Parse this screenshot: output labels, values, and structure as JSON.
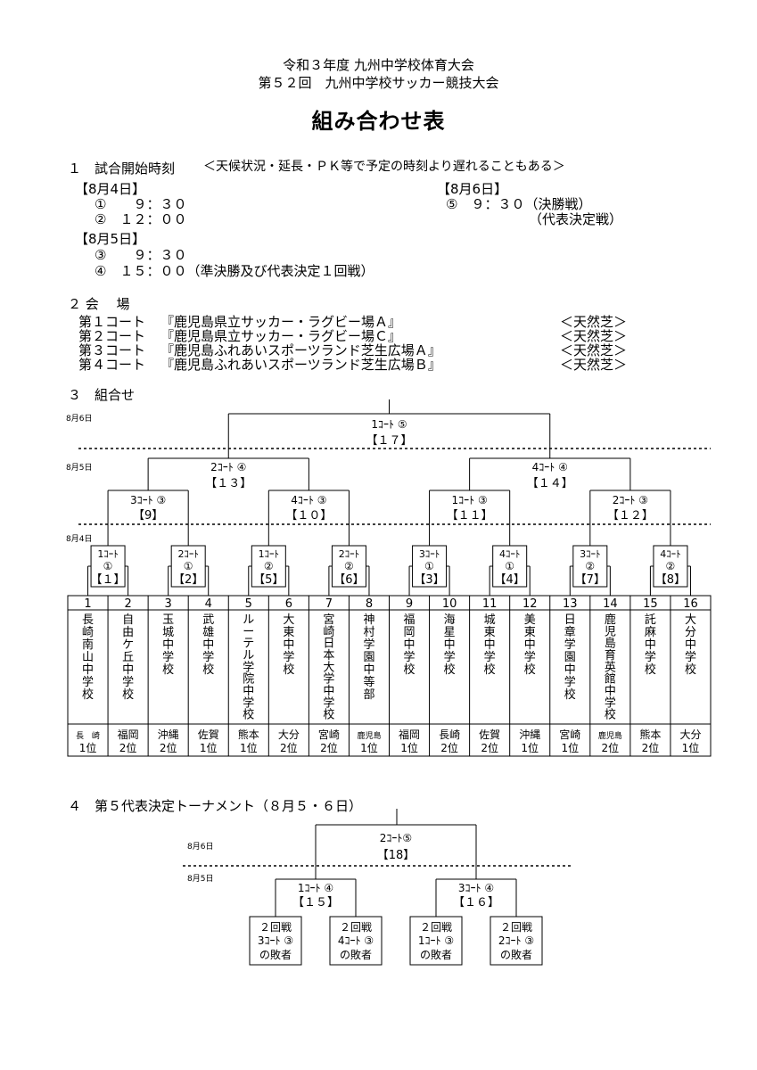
{
  "header": {
    "line1": "令和３年度 九州中学校体育大会",
    "line2": "第５２回　九州中学校サッカー競技大会",
    "title": "組み合わせ表"
  },
  "section1": {
    "heading": "１　試合開始時刻",
    "note": "＜天候状況・延長・ＰＫ等で予定の時刻より遅れることもある＞",
    "day1": "【8月4日】",
    "s1": "①　　９：３０",
    "s2": "②　１２：００",
    "day2": "【8月5日】",
    "s3": "③　　９：３０",
    "s4": "④　１５：００（準決勝及び代表決定１回戦）",
    "day3": "【8月6日】",
    "s5": "⑤　９：３０（決勝戦）",
    "s5b": "（代表決定戦）"
  },
  "section2": {
    "heading": "２ 会　 場",
    "courts": [
      {
        "court": "第１コート",
        "venue": "『鹿児島県立サッカー・ラグビー場Ａ』",
        "surface": "＜天然芝＞"
      },
      {
        "court": "第２コート",
        "venue": "『鹿児島県立サッカー・ラグビー場Ｃ』",
        "surface": "＜天然芝＞"
      },
      {
        "court": "第３コート",
        "venue": "『鹿児島ふれあいスポーツランド芝生広場Ａ』",
        "surface": "＜天然芝＞"
      },
      {
        "court": "第４コート",
        "venue": "『鹿児島ふれあいスポーツランド芝生広場Ｂ』",
        "surface": "＜天然芝＞"
      }
    ]
  },
  "section3": {
    "heading": "３　組合せ",
    "dates": [
      "8月6日",
      "8月5日",
      "8月4日"
    ],
    "final": {
      "court": "1ｺｰﾄ ⑤",
      "match": "【１７】"
    },
    "semis": [
      {
        "court": "2ｺｰﾄ ④",
        "match": "【１３】"
      },
      {
        "court": "4ｺｰﾄ ④",
        "match": "【１４】"
      }
    ],
    "quarters": [
      {
        "court": "3ｺｰﾄ ③",
        "match": "【9】"
      },
      {
        "court": "4ｺｰﾄ ③",
        "match": "【１０】"
      },
      {
        "court": "1ｺｰﾄ ③",
        "match": "【１１】"
      },
      {
        "court": "2ｺｰﾄ ③",
        "match": "【１２】"
      }
    ],
    "round1": [
      {
        "court": "1ｺｰﾄ",
        "slot": "①",
        "match": "【１】"
      },
      {
        "court": "2ｺｰﾄ",
        "slot": "①",
        "match": "【2】"
      },
      {
        "court": "1ｺｰﾄ",
        "slot": "②",
        "match": "【5】"
      },
      {
        "court": "2ｺｰﾄ",
        "slot": "②",
        "match": "【6】"
      },
      {
        "court": "3ｺｰﾄ",
        "slot": "①",
        "match": "【3】"
      },
      {
        "court": "4ｺｰﾄ",
        "slot": "①",
        "match": "【4】"
      },
      {
        "court": "3ｺｰﾄ",
        "slot": "②",
        "match": "【7】"
      },
      {
        "court": "4ｺｰﾄ",
        "slot": "②",
        "match": "【8】"
      }
    ],
    "teams": [
      {
        "no": "1",
        "name": "長崎南山中学校",
        "pref": "長　崎",
        "rank": "1位"
      },
      {
        "no": "2",
        "name": "自由ケ丘中学校",
        "pref": "福岡",
        "rank": "2位"
      },
      {
        "no": "3",
        "name": "玉城中学校",
        "pref": "沖縄",
        "rank": "2位"
      },
      {
        "no": "4",
        "name": "武雄中学校",
        "pref": "佐賀",
        "rank": "1位"
      },
      {
        "no": "5",
        "name": "ルーテル学院中学校",
        "pref": "熊本",
        "rank": "1位"
      },
      {
        "no": "6",
        "name": "大東中学校",
        "pref": "大分",
        "rank": "2位"
      },
      {
        "no": "7",
        "name": "宮崎日本大学中学校",
        "pref": "宮崎",
        "rank": "2位"
      },
      {
        "no": "8",
        "name": "神村学園中等部",
        "pref": "鹿児島",
        "rank": "1位"
      },
      {
        "no": "9",
        "name": "福岡中学校",
        "pref": "福岡",
        "rank": "1位"
      },
      {
        "no": "10",
        "name": "海星中学校",
        "pref": "長崎",
        "rank": "2位"
      },
      {
        "no": "11",
        "name": "城東中学校",
        "pref": "佐賀",
        "rank": "2位"
      },
      {
        "no": "12",
        "name": "美東中学校",
        "pref": "沖縄",
        "rank": "1位"
      },
      {
        "no": "13",
        "name": "日章学園中学校",
        "pref": "宮崎",
        "rank": "1位"
      },
      {
        "no": "14",
        "name": "鹿児島育英館中学校",
        "pref": "鹿児島",
        "rank": "2位"
      },
      {
        "no": "15",
        "name": "託麻中学校",
        "pref": "熊本",
        "rank": "2位"
      },
      {
        "no": "16",
        "name": "大分中学校",
        "pref": "大分",
        "rank": "1位"
      }
    ]
  },
  "section4": {
    "heading": "４　第５代表決定トーナメント（８月５・６日）",
    "dates": [
      "8月6日",
      "8月5日"
    ],
    "final": {
      "court": "2ｺｰﾄ⑤",
      "match": "【18】"
    },
    "semis": [
      {
        "court": "1ｺｰﾄ ④",
        "match": "【１５】"
      },
      {
        "court": "3ｺｰﾄ ④",
        "match": "【１６】"
      }
    ],
    "boxes": [
      {
        "line1": "２回戦",
        "line2": "3ｺｰﾄ ③",
        "line3": "の敗者"
      },
      {
        "line1": "２回戦",
        "line2": "4ｺｰﾄ ③",
        "line3": "の敗者"
      },
      {
        "line1": "２回戦",
        "line2": "1ｺｰﾄ ③",
        "line3": "の敗者"
      },
      {
        "line1": "２回戦",
        "line2": "2ｺｰﾄ ③",
        "line3": "の敗者"
      }
    ]
  }
}
